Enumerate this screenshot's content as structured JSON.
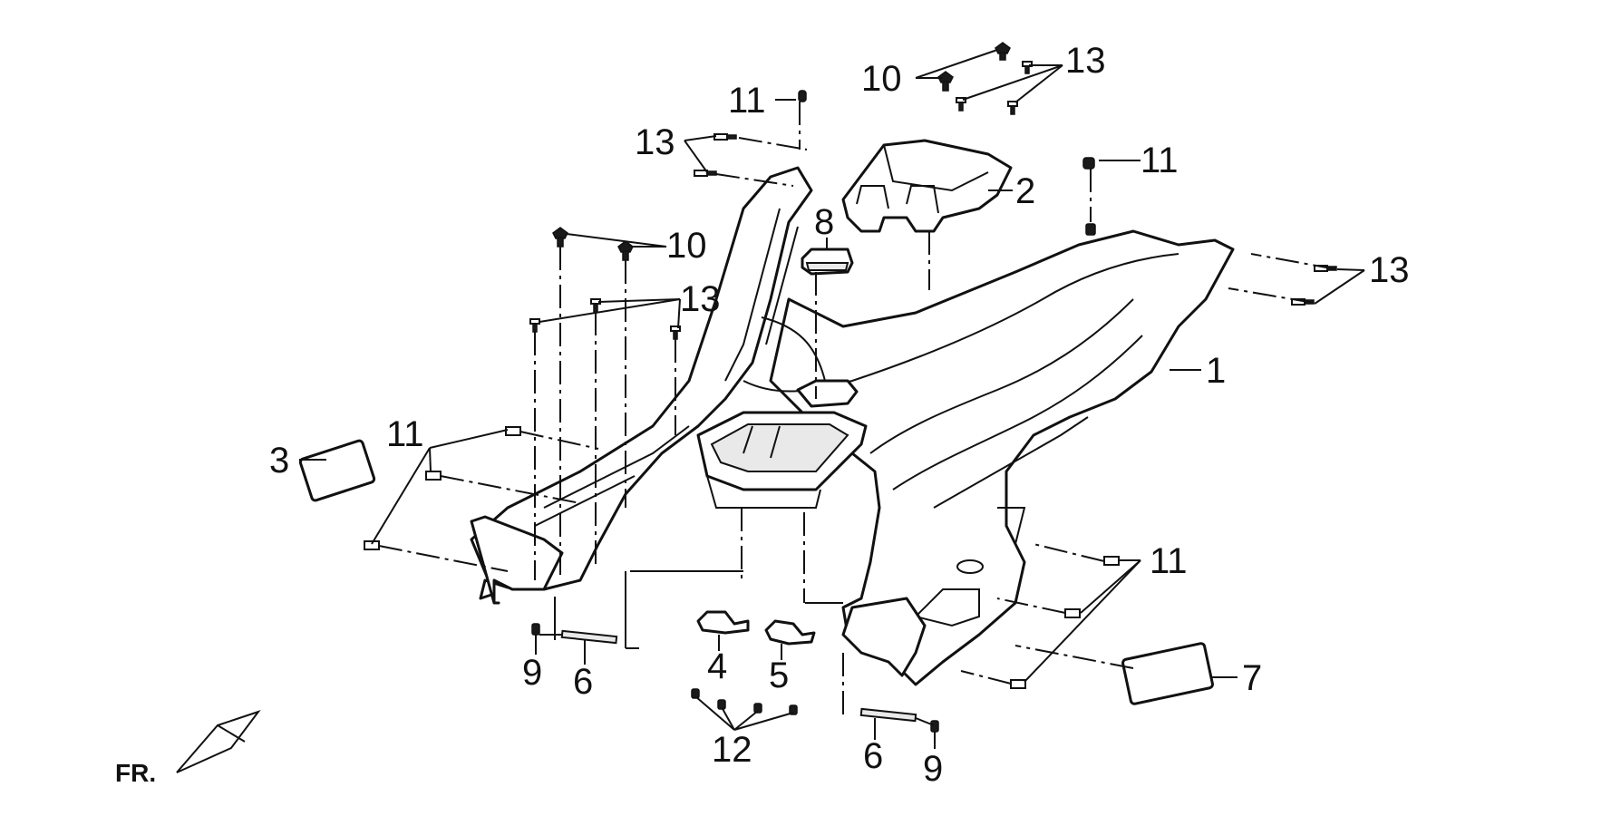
{
  "diagram": {
    "orientation_label": "FR.",
    "callouts": {
      "c1": "1",
      "c2": "2",
      "c3": "3",
      "c4": "4",
      "c5": "5",
      "c6a": "6",
      "c6b": "6",
      "c7": "7",
      "c8": "8",
      "c9a": "9",
      "c9b": "9",
      "c10a": "10",
      "c10b": "10",
      "c11a": "11",
      "c11b": "11",
      "c11c": "11",
      "c11d": "11",
      "c12": "12",
      "c13a": "13",
      "c13b": "13",
      "c13c": "13",
      "c13d": "13"
    }
  }
}
